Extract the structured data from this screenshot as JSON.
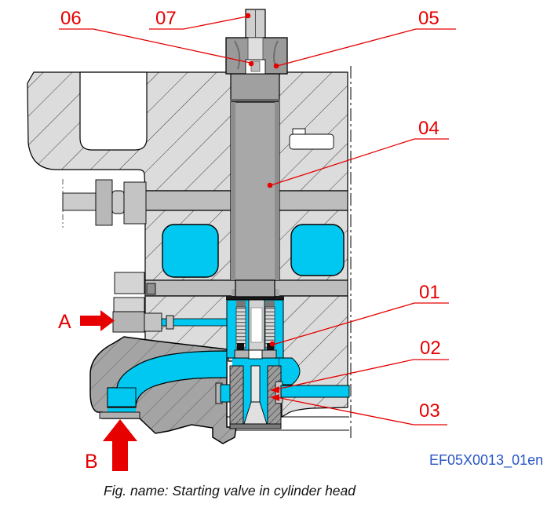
{
  "figure": {
    "caption": "Fig. name: Starting valve in cylinder head",
    "figure_id": "EF05X0013_01en"
  },
  "callouts": {
    "c01": "01",
    "c02": "02",
    "c03": "03",
    "c04": "04",
    "c05": "05",
    "c06": "06",
    "c07": "07"
  },
  "flow_markers": {
    "inlet": "A",
    "outlet": "B"
  },
  "colors": {
    "callout_red": "#e60000",
    "air_cyan": "#00c8f0",
    "figure_id_blue": "#2a56c6",
    "head_gray": "#dcdcdc",
    "band_gray": "#bdbdbd",
    "spindle_gray": "#a8a8a8",
    "casting_gray": "#a4a4a4",
    "cap_gray": "#9a9a9a"
  }
}
